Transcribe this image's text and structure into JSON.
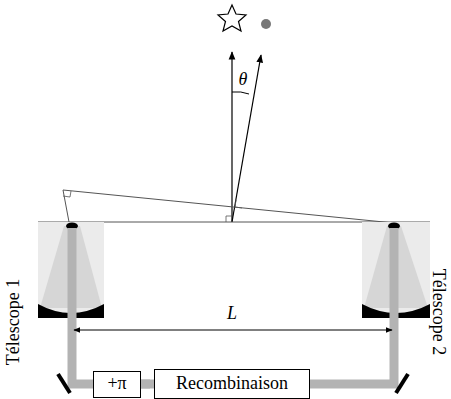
{
  "diagram": {
    "nodes": [
      {
        "text": [
          "+π"
        ]
      },
      {
        "text": [
          "Recombinaison"
        ]
      }
    ],
    "edges": [
      {
        "from": 0,
        "to": 1,
        "arrow": "none"
      }
    ],
    "labels": [
      "θ",
      "L",
      "Télescope 1",
      "Télescope 2"
    ]
  }
}
